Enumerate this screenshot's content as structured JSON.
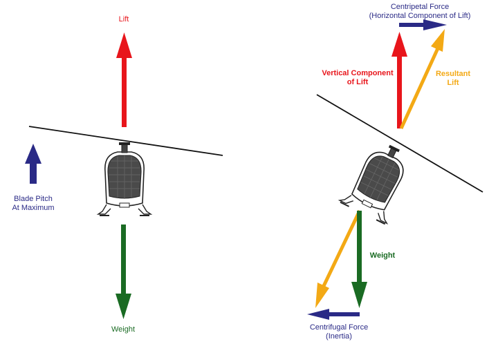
{
  "colors": {
    "lift": "#e8151b",
    "weight": "#1a6b23",
    "blue": "#2a2a86",
    "orange": "#f3a915",
    "rotor": "#111111"
  },
  "left": {
    "lift_label": "Lift",
    "weight_label": "Weight",
    "blade_pitch_line1": "Blade Pitch",
    "blade_pitch_line2": "At Maximum"
  },
  "right": {
    "centripetal_line1": "Centripetal Force",
    "centripetal_line2": "(Horizontal Component of Lift)",
    "vertical_line1": "Vertical Component",
    "vertical_line2": "of Lift",
    "resultant_line1": "Resultant",
    "resultant_line2": "Lift",
    "weight_label": "Weight",
    "centrifugal_line1": "Centrifugal Force",
    "centrifugal_line2": "(Inertia)"
  },
  "icons": [
    "helicopter-level-icon",
    "helicopter-banked-icon"
  ]
}
